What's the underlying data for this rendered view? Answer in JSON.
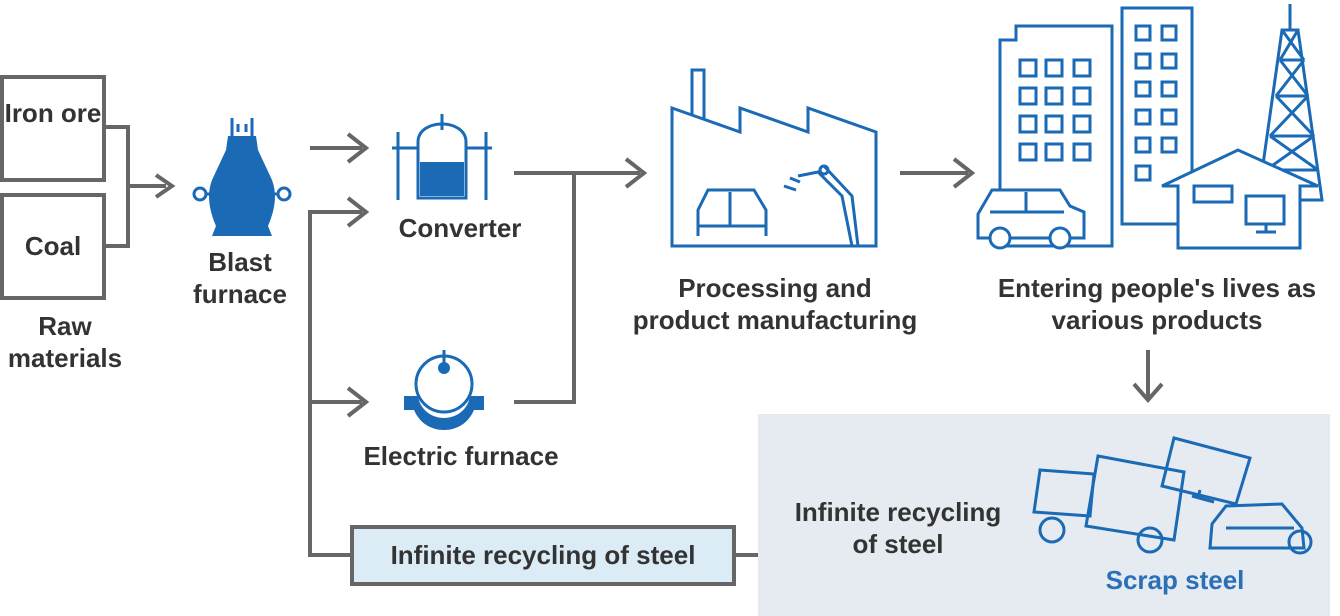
{
  "raw_materials": {
    "iron_ore": "Iron ore",
    "coal": "Coal",
    "group_label_line1": "Raw",
    "group_label_line2": "materials"
  },
  "blast_furnace": {
    "line1": "Blast",
    "line2": "furnace"
  },
  "converter": {
    "label": "Converter"
  },
  "electric_furnace": {
    "label": "Electric furnace"
  },
  "processing": {
    "line1": "Processing and",
    "line2": "product manufacturing"
  },
  "products": {
    "line1": "Entering people's lives as",
    "line2": "various products"
  },
  "recycling_box": {
    "label": "Infinite recycling of steel"
  },
  "scrap_panel": {
    "line1": "Infinite recycling",
    "line2": "of steel",
    "scrap_label": "Scrap steel"
  },
  "colors": {
    "line_gray": "#666666",
    "accent_blue": "#1a6ab5",
    "box_fill": "#dcecf6",
    "panel_fill": "#e5ebf0",
    "text": "#333333"
  },
  "icons": [
    "blast-furnace-icon",
    "converter-icon",
    "electric-furnace-icon",
    "factory-icon",
    "city-icon",
    "scrap-icon"
  ]
}
